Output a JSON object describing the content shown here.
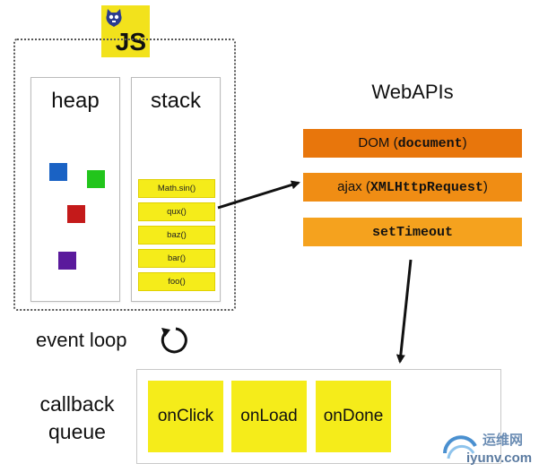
{
  "logo": {
    "text": "JS"
  },
  "runtime": {
    "heap": {
      "label": "heap",
      "objects": [
        {
          "color": "#1a62c4"
        },
        {
          "color": "#22c51c"
        },
        {
          "color": "#c41a1a"
        },
        {
          "color": "#5a1a9c"
        }
      ]
    },
    "stack": {
      "label": "stack",
      "frames": [
        "Math.sin()",
        "qux()",
        "baz()",
        "bar()",
        "foo()"
      ]
    }
  },
  "webapis": {
    "title": "WebAPIs",
    "apis": [
      {
        "prefix": "DOM (",
        "code": "document",
        "suffix": ")",
        "color": "#e8760c"
      },
      {
        "prefix": "ajax (",
        "code": "XMLHttpRequest",
        "suffix": ")",
        "color": "#f08d14"
      },
      {
        "prefix": "",
        "code": "setTimeout",
        "suffix": "",
        "color": "#f5a21e"
      }
    ]
  },
  "event_loop": {
    "label": "event loop"
  },
  "callback_queue": {
    "label_line1": "callback",
    "label_line2": "queue",
    "items": [
      "onClick",
      "onLoad",
      "onDone"
    ]
  },
  "watermark": {
    "cn": "运维网",
    "en": "iyunv.com"
  }
}
